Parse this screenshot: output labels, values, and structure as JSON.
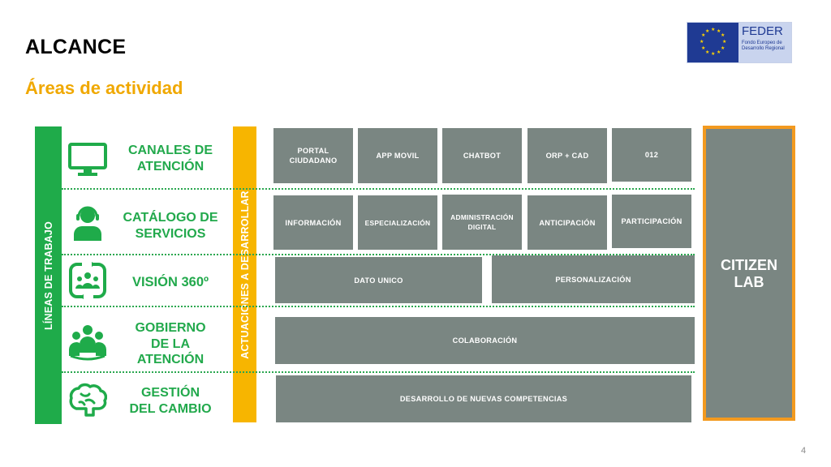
{
  "header": {
    "title": "ALCANCE",
    "subtitle": "Áreas de actividad"
  },
  "logo": {
    "name": "FEDER",
    "line1": "Fondo Europeo de",
    "line2": "Desarrollo Regional"
  },
  "colors": {
    "green": "#1fab4a",
    "orange": "#f7b500",
    "grey_box": "#7a8682",
    "citizen_border": "#f39a1f"
  },
  "bars": {
    "green_label": "LÍNEAS DE TRABAJO",
    "orange_label": "ACTUACIONES A DESARROLLAR"
  },
  "lines": [
    {
      "label_1": "CANALES DE",
      "label_2": "ATENCIÓN",
      "icon": "monitor-icon"
    },
    {
      "label_1": "CATÁLOGO DE",
      "label_2": "SERVICIOS",
      "icon": "support-agent-icon"
    },
    {
      "label_1": "VISIÓN 360º",
      "icon": "people-cycle-icon"
    },
    {
      "label_1": "GOBIERNO",
      "label_2": "DE LA",
      "label_3": "ATENCIÓN",
      "icon": "group-icon"
    },
    {
      "label_1": "GESTIÓN",
      "label_2": "DEL CAMBIO",
      "icon": "brain-icon"
    }
  ],
  "row1": [
    "PORTAL CIUDADANO",
    "APP MOVIL",
    "CHATBOT",
    "ORP + CAD",
    "012"
  ],
  "row2": [
    "INFORMACIÓN",
    "ESPECIALIZACIÓN",
    "ADMINISTRACIÓN DIGITAL",
    "ANTICIPACIÓN",
    "PARTICIPACIÓN"
  ],
  "row3": [
    "DATO UNICO",
    "PERSONALIZACIÓN"
  ],
  "row4": [
    "COLABORACIÓN"
  ],
  "row5": [
    "DESARROLLO DE NUEVAS COMPETENCIAS"
  ],
  "citizen_lab": {
    "line1": "CITIZEN",
    "line2": "LAB"
  },
  "page_number": "4"
}
